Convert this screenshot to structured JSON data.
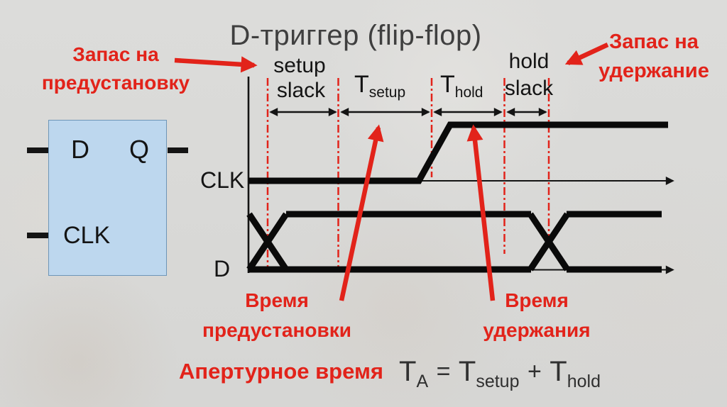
{
  "slide": {
    "title": "D-триггер (flip-flop)"
  },
  "notes": {
    "setup_slack": {
      "line1": "Запас на",
      "line2": "предустановку"
    },
    "hold_slack": {
      "line1": "Запас на",
      "line2": "удержание"
    },
    "setup_time": {
      "line1": "Время",
      "line2": "предустановки"
    },
    "hold_time": {
      "line1": "Время",
      "line2": "удержания"
    },
    "aperture_label": "Апертурное время"
  },
  "timing": {
    "setup_word": "setup",
    "setup_slack_word": "slack",
    "t_setup_base": "T",
    "t_setup_sub": "setup",
    "t_hold_base": "T",
    "t_hold_sub": "hold",
    "hold_word": "hold",
    "hold_slack_word": "slack"
  },
  "signals": {
    "clk": "CLK",
    "d": "D"
  },
  "flipflop": {
    "d_pin": "D",
    "q_pin": "Q",
    "clk_pin": "CLK"
  },
  "formula": {
    "t1": "T",
    "t1_sub": "A",
    "eq": "=",
    "t2": "T",
    "t2_sub": "setup",
    "plus": "+",
    "t3": "T",
    "t3_sub": "hold"
  },
  "colors": {
    "red": "#E2231A",
    "ink": "#141414",
    "title_gray": "#3F3F3F",
    "flipflop_fill": "#BDD7EE",
    "flipflop_border": "#6E96B8",
    "background": "#D9D9D7"
  }
}
